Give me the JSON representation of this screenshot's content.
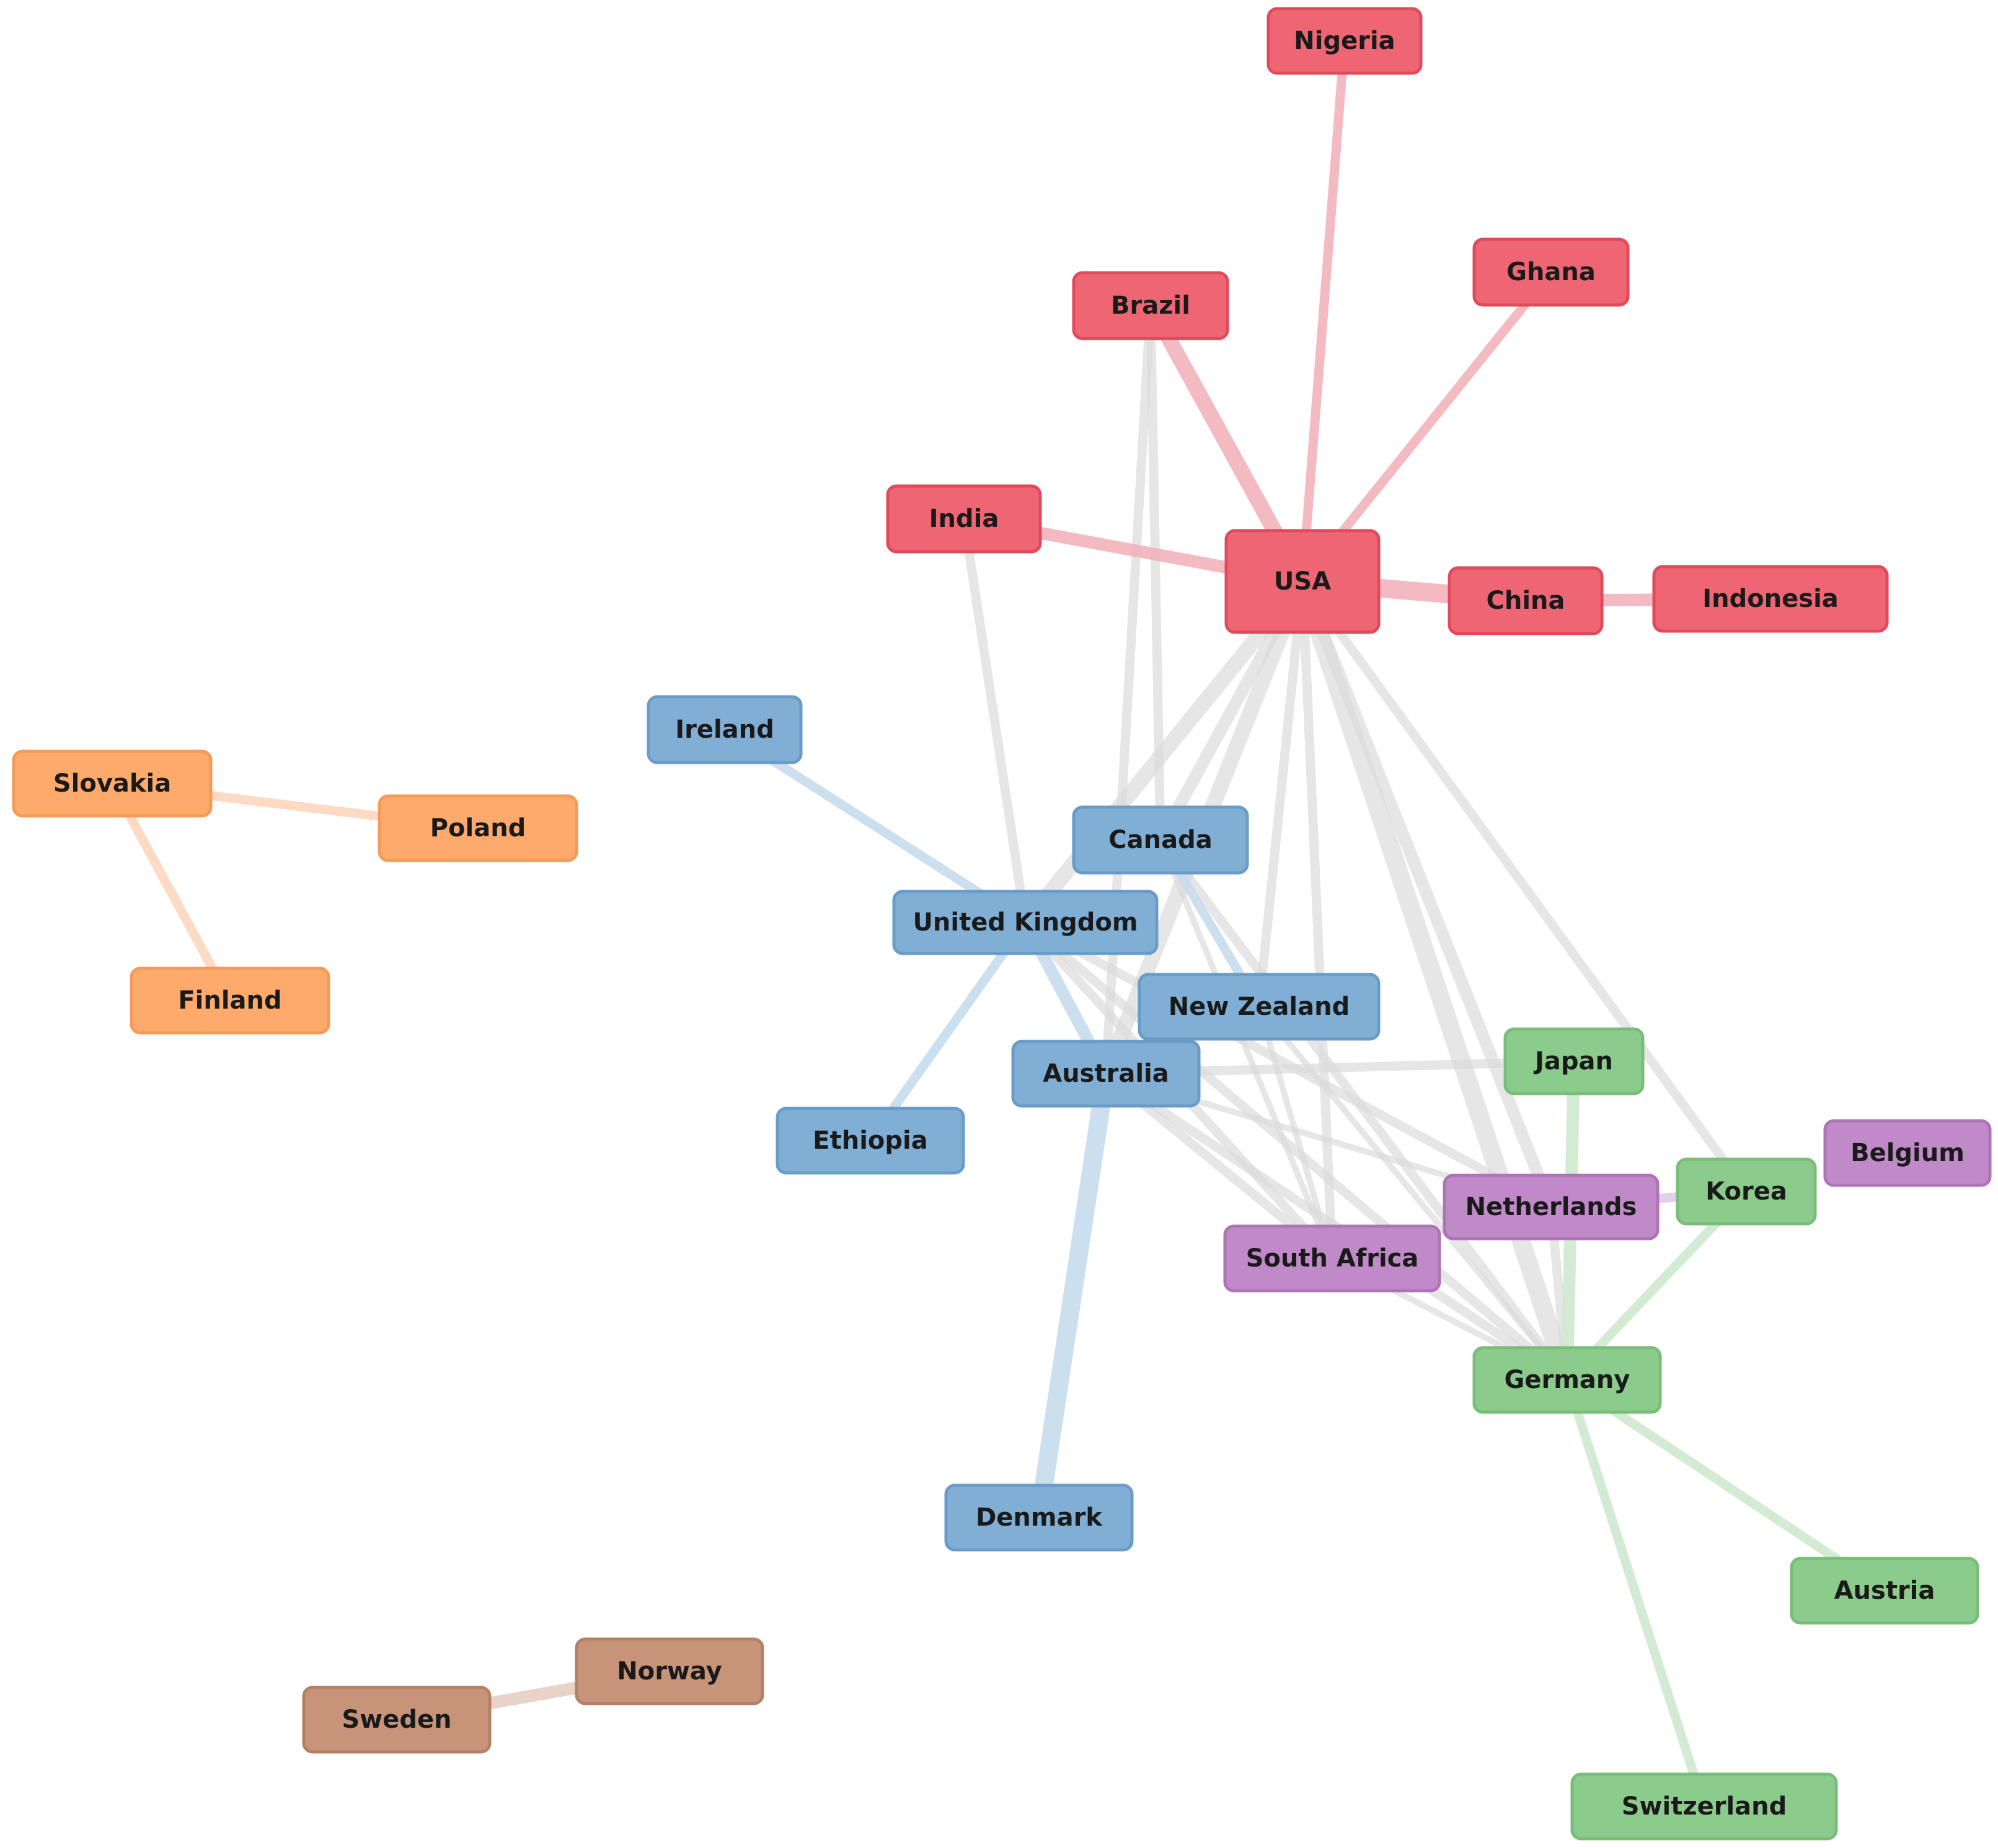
{
  "colors": {
    "red": {
      "fill": "#ee6674",
      "stroke": "#e04a5a",
      "edge": "#f2b3bb"
    },
    "blue": {
      "fill": "#80aed5",
      "stroke": "#6a9cc8",
      "edge": "#c7dcee"
    },
    "orange": {
      "fill": "#fdaa6c",
      "stroke": "#f59a58",
      "edge": "#fcd7bd"
    },
    "green": {
      "fill": "#8bcb8b",
      "stroke": "#78bd78",
      "edge": "#cfe9cf"
    },
    "purple": {
      "fill": "#c08ac8",
      "stroke": "#ad74b6",
      "edge": "#e2c9e6"
    },
    "brown": {
      "fill": "#c79479",
      "stroke": "#b58065",
      "edge": "#e6cfc3"
    },
    "gray": "#dcdcdc"
  },
  "nodes": [
    {
      "id": "nigeria",
      "label": "Nigeria",
      "group": "red"
    },
    {
      "id": "brazil",
      "label": "Brazil",
      "group": "red"
    },
    {
      "id": "ghana",
      "label": "Ghana",
      "group": "red"
    },
    {
      "id": "india",
      "label": "India",
      "group": "red"
    },
    {
      "id": "usa",
      "label": "USA",
      "group": "red"
    },
    {
      "id": "china",
      "label": "China",
      "group": "red"
    },
    {
      "id": "indonesia",
      "label": "Indonesia",
      "group": "red"
    },
    {
      "id": "ireland",
      "label": "Ireland",
      "group": "blue"
    },
    {
      "id": "canada",
      "label": "Canada",
      "group": "blue"
    },
    {
      "id": "uk",
      "label": "United Kingdom",
      "group": "blue"
    },
    {
      "id": "newzealand",
      "label": "New Zealand",
      "group": "blue"
    },
    {
      "id": "australia",
      "label": "Australia",
      "group": "blue"
    },
    {
      "id": "ethiopia",
      "label": "Ethiopia",
      "group": "blue"
    },
    {
      "id": "denmark",
      "label": "Denmark",
      "group": "blue"
    },
    {
      "id": "slovakia",
      "label": "Slovakia",
      "group": "orange"
    },
    {
      "id": "poland",
      "label": "Poland",
      "group": "orange"
    },
    {
      "id": "finland",
      "label": "Finland",
      "group": "orange"
    },
    {
      "id": "japan",
      "label": "Japan",
      "group": "green"
    },
    {
      "id": "korea",
      "label": "Korea",
      "group": "green"
    },
    {
      "id": "germany",
      "label": "Germany",
      "group": "green"
    },
    {
      "id": "austria",
      "label": "Austria",
      "group": "green"
    },
    {
      "id": "switzerland",
      "label": "Switzerland",
      "group": "green"
    },
    {
      "id": "netherlands",
      "label": "Netherlands",
      "group": "purple"
    },
    {
      "id": "southafrica",
      "label": "South Africa",
      "group": "purple"
    },
    {
      "id": "belgium",
      "label": "Belgium",
      "group": "purple"
    },
    {
      "id": "sweden",
      "label": "Sweden",
      "group": "brown"
    },
    {
      "id": "norway",
      "label": "Norway",
      "group": "brown"
    }
  ],
  "edges": [
    {
      "source": "usa",
      "target": "nigeria",
      "color": "red",
      "weight": 2
    },
    {
      "source": "usa",
      "target": "brazil",
      "color": "red",
      "weight": 4
    },
    {
      "source": "usa",
      "target": "ghana",
      "color": "red",
      "weight": 2
    },
    {
      "source": "usa",
      "target": "india",
      "color": "red",
      "weight": 3
    },
    {
      "source": "usa",
      "target": "china",
      "color": "red",
      "weight": 5
    },
    {
      "source": "china",
      "target": "indonesia",
      "color": "red",
      "weight": 3
    },
    {
      "source": "ireland",
      "target": "uk",
      "color": "blue",
      "weight": 2
    },
    {
      "source": "uk",
      "target": "ethiopia",
      "color": "blue",
      "weight": 2
    },
    {
      "source": "uk",
      "target": "australia",
      "color": "blue",
      "weight": 3
    },
    {
      "source": "canada",
      "target": "newzealand",
      "color": "blue",
      "weight": 2
    },
    {
      "source": "australia",
      "target": "denmark",
      "color": "blue",
      "weight": 5
    },
    {
      "source": "slovakia",
      "target": "poland",
      "color": "orange",
      "weight": 2
    },
    {
      "source": "slovakia",
      "target": "finland",
      "color": "orange",
      "weight": 2
    },
    {
      "source": "germany",
      "target": "japan",
      "color": "green",
      "weight": 3
    },
    {
      "source": "germany",
      "target": "korea",
      "color": "green",
      "weight": 2
    },
    {
      "source": "germany",
      "target": "austria",
      "color": "green",
      "weight": 2
    },
    {
      "source": "germany",
      "target": "switzerland",
      "color": "green",
      "weight": 2
    },
    {
      "source": "netherlands",
      "target": "korea",
      "color": "purple",
      "weight": 2
    },
    {
      "source": "sweden",
      "target": "norway",
      "color": "brown",
      "weight": 3
    },
    {
      "source": "usa",
      "target": "canada",
      "color": "gray",
      "weight": 3
    },
    {
      "source": "usa",
      "target": "uk",
      "color": "gray",
      "weight": 4
    },
    {
      "source": "usa",
      "target": "australia",
      "color": "gray",
      "weight": 4
    },
    {
      "source": "usa",
      "target": "newzealand",
      "color": "gray",
      "weight": 2
    },
    {
      "source": "usa",
      "target": "germany",
      "color": "gray",
      "weight": 5
    },
    {
      "source": "usa",
      "target": "netherlands",
      "color": "gray",
      "weight": 3
    },
    {
      "source": "usa",
      "target": "southafrica",
      "color": "gray",
      "weight": 2
    },
    {
      "source": "usa",
      "target": "korea",
      "color": "gray",
      "weight": 2
    },
    {
      "source": "brazil",
      "target": "australia",
      "color": "gray",
      "weight": 2
    },
    {
      "source": "brazil",
      "target": "canada",
      "color": "gray",
      "weight": 2
    },
    {
      "source": "india",
      "target": "uk",
      "color": "gray",
      "weight": 2
    },
    {
      "source": "uk",
      "target": "germany",
      "color": "gray",
      "weight": 2
    },
    {
      "source": "uk",
      "target": "southafrica",
      "color": "gray",
      "weight": 2
    },
    {
      "source": "uk",
      "target": "netherlands",
      "color": "gray",
      "weight": 2
    },
    {
      "source": "canada",
      "target": "germany",
      "color": "gray",
      "weight": 2
    },
    {
      "source": "canada",
      "target": "southafrica",
      "color": "gray",
      "weight": 1
    },
    {
      "source": "australia",
      "target": "japan",
      "color": "gray",
      "weight": 2
    },
    {
      "source": "australia",
      "target": "germany",
      "color": "gray",
      "weight": 2
    },
    {
      "source": "australia",
      "target": "southafrica",
      "color": "gray",
      "weight": 2
    },
    {
      "source": "australia",
      "target": "netherlands",
      "color": "gray",
      "weight": 1
    },
    {
      "source": "newzealand",
      "target": "germany",
      "color": "gray",
      "weight": 1
    },
    {
      "source": "newzealand",
      "target": "southafrica",
      "color": "gray",
      "weight": 1
    },
    {
      "source": "southafrica",
      "target": "germany",
      "color": "gray",
      "weight": 1
    },
    {
      "source": "netherlands",
      "target": "germany",
      "color": "gray",
      "weight": 2
    }
  ]
}
